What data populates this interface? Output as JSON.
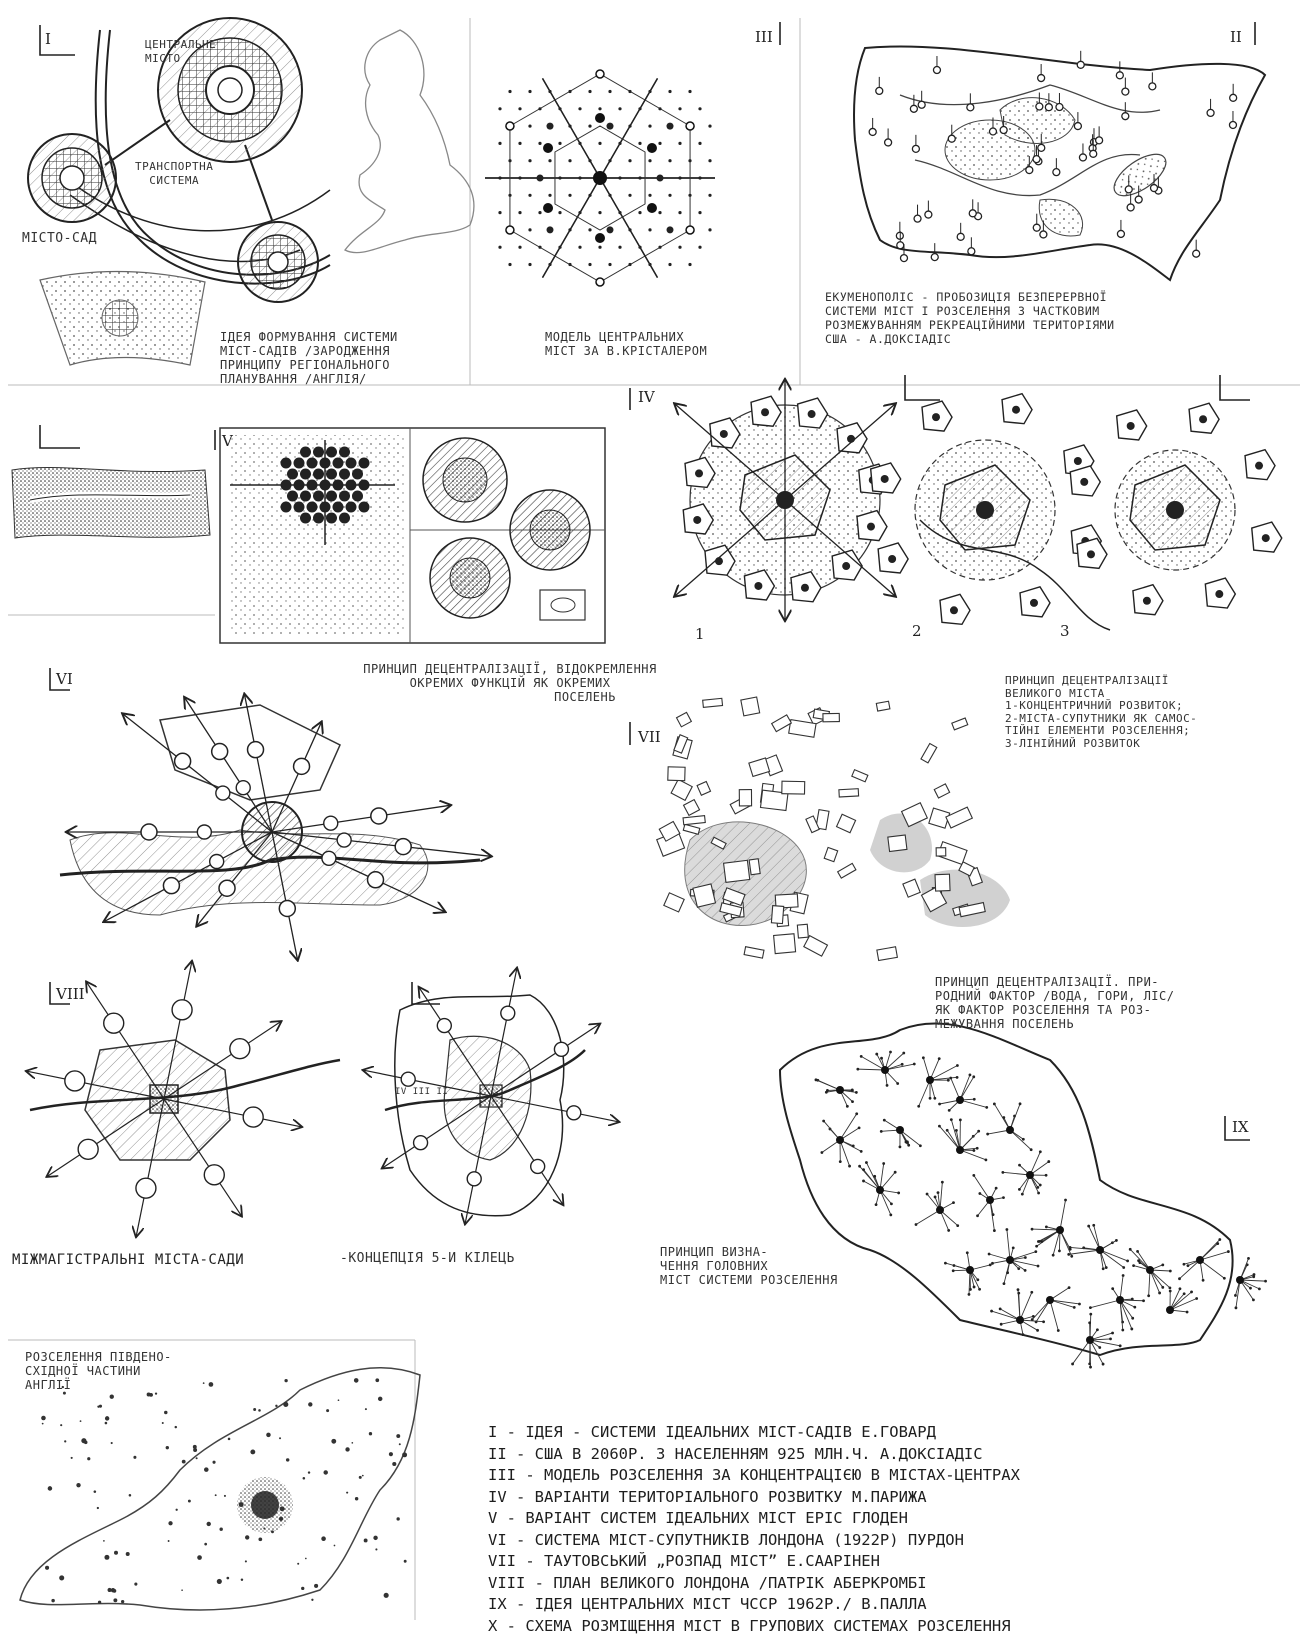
{
  "panels": {
    "p1": {
      "roman": "I",
      "label_central_city": [
        "ЦЕНТРАЛЬНЕ",
        "МІСТО"
      ],
      "label_transport": [
        "ТРАНСПОРТНА",
        "СИСТЕМА"
      ],
      "label_garden_city": "МІСТО-САД",
      "caption": [
        "ІДЕЯ ФОРМУВАННЯ СИСТЕМИ",
        "МІСТ-САДІВ /ЗАРОДЖЕННЯ",
        "ПРИНЦИПУ РЕГІОНАЛЬНОГО",
        "ПЛАНУВАННЯ /АНГЛІЯ/"
      ]
    },
    "p3": {
      "roman": "III",
      "caption": [
        "МОДЕЛЬ ЦЕНТРАЛЬНИХ",
        "МІСТ ЗА В.КРІСТАЛЕРОМ"
      ]
    },
    "p2": {
      "roman": "II",
      "caption": [
        "ЕКУМЕНОПОЛІС - ПРОБОЗИЦІЯ БЕЗПЕРЕРВНОЇ",
        "СИСТЕМИ МІСТ І РОЗСЕЛЕННЯ З ЧАСТКОВИМ",
        "РОЗМЕЖУВАННЯМ РЕКРЕАЦІЙНИМИ ТЕРИТОРІЯМИ",
        "США - А.ДОКСІАДІС"
      ]
    },
    "p4": {
      "roman": "IV",
      "numbers": [
        "1",
        "2",
        "3"
      ],
      "caption": [
        "ПРИНЦИП ДЕЦЕНТРАЛІЗАЦІЇ",
        "ВЕЛИКОГО МІСТА",
        "1-КОНЦЕНТРИЧНИЙ РОЗВИТОК;",
        "2-МІСТА-СУПУТНИКИ ЯК САМОС-",
        "ТІЙНІ ЕЛЕМЕНТИ РОЗСЕЛЕННЯ;",
        "3-ЛІНІЙНИЙ РОЗВИТОК"
      ]
    },
    "p5": {
      "roman": "V",
      "caption": [
        "ПРИНЦИП ДЕЦЕНТРАЛІЗАЦІЇ, ВІДОКРЕМЛЕННЯ",
        "ОКРЕМИХ ФУНКЦІЙ ЯК ОКРЕМИХ",
        "ПОСЕЛЕНЬ"
      ]
    },
    "p6": {
      "roman": "VI"
    },
    "p7": {
      "roman": "VII",
      "caption": [
        "ПРИНЦИП ДЕЦЕНТРАЛІЗАЦІЇ. ПРИ-",
        "РОДНИЙ ФАКТОР /ВОДА, ГОРИ, ЛІС/",
        "ЯК ФАКТОР РОЗСЕЛЕННЯ ТА РОЗ-",
        "МЕЖУВАННЯ ПОСЕЛЕНЬ"
      ]
    },
    "p8": {
      "roman": "VIII",
      "caption_left": "МІЖМАГІСТРАЛЬНІ МІСТА-САДИ",
      "caption_right": "-КОНЦЕПЦІЯ 5-И КІЛЕЦЬ",
      "ring_marks": [
        "IV",
        "III",
        "II"
      ]
    },
    "p9": {
      "roman": "IX",
      "caption": [
        "ПРИНЦИП ВИЗНА-",
        "ЧЕННЯ ГОЛОВНИХ",
        "МІСТ СИСТЕМИ РОЗСЕЛЕННЯ"
      ]
    },
    "p10": {
      "caption": [
        "РОЗСЕЛЕННЯ ПІВДЕНО-",
        "СХІДНОЇ ЧАСТИНИ",
        "АНГЛІЇ"
      ]
    }
  },
  "legend": [
    "I - ІДЕЯ - СИСТЕМИ ІДЕАЛЬНИХ МІСТ-САДІВ Е.ГОВАРД",
    "II - США В 2060Р. З НАСЕЛЕННЯМ 925 МЛН.Ч. А.ДОКСІАДІС",
    "III - МОДЕЛЬ РОЗСЕЛЕННЯ ЗА КОНЦЕНТРАЦІЄЮ В МІСТАХ-ЦЕНТРАХ",
    "IV - ВАРІАНТИ ТЕРИТОРІАЛЬНОГО РОЗВИТКУ М.ПАРИЖА",
    "V - ВАРІАНТ СИСТЕМ ІДЕАЛЬНИХ МІСТ ЕРІС ГЛОДЕН",
    "VI - СИСТЕМА МІСТ-СУПУТНИКІВ ЛОНДОНА (1922Р) ПУРДОН",
    "VII - ТАУТОВСЬКИЙ „РОЗПАД МІСТ” Е.СААРІНЕН",
    "VIII - ПЛАН ВЕЛИКОГО ЛОНДОНА /ПАТРІК АБЕРКРОМБІ",
    "IX - ІДЕЯ ЦЕНТРАЛЬНИХ МІСТ ЧССР 1962Р./ В.ПАЛЛА",
    "X - СХЕМА РОЗМІЩЕННЯ МІСТ В ГРУПОВИХ СИСТЕМАХ РОЗСЕЛЕННЯ"
  ]
}
